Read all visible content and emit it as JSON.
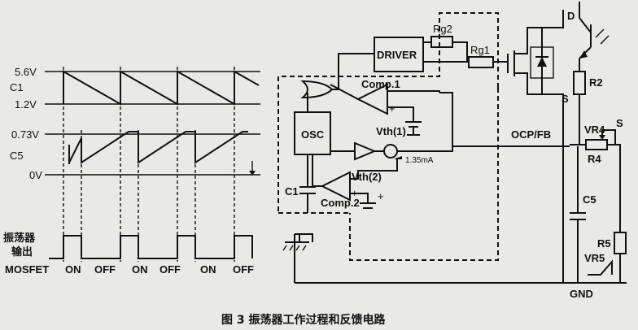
{
  "waveform": {
    "c1_label": "C1",
    "c1_high": "5.6V",
    "c1_low": "1.2V",
    "c5_label": "C5",
    "c5_high": "0.73V",
    "c5_zero": "0V",
    "osc_label_line1": "振荡器",
    "osc_label_line2": "输出",
    "mosfet_label": "MOSFET",
    "states": [
      "ON",
      "OFF",
      "ON",
      "OFF",
      "ON",
      "OFF"
    ]
  },
  "circuit": {
    "driver": "DRIVER",
    "rg2": "Rg2",
    "rg1": "Rg1",
    "osc": "OSC",
    "comp1": "Comp.1",
    "comp2": "Comp.2",
    "vth1": "Vth(1)",
    "vth2": "Vth(2)",
    "current": "1.35mA",
    "c1": "C1",
    "ocp": "OCP/FB",
    "d": "D",
    "s_top": "S",
    "s_right": "S",
    "r2": "R2",
    "vr4": "VR4",
    "r4": "R4",
    "c5": "C5",
    "r5": "R5",
    "vr5": "VR5",
    "gnd": "GND",
    "plus": "+",
    "minus": "−"
  },
  "caption": "图 3 振荡器工作过程和反馈电路"
}
